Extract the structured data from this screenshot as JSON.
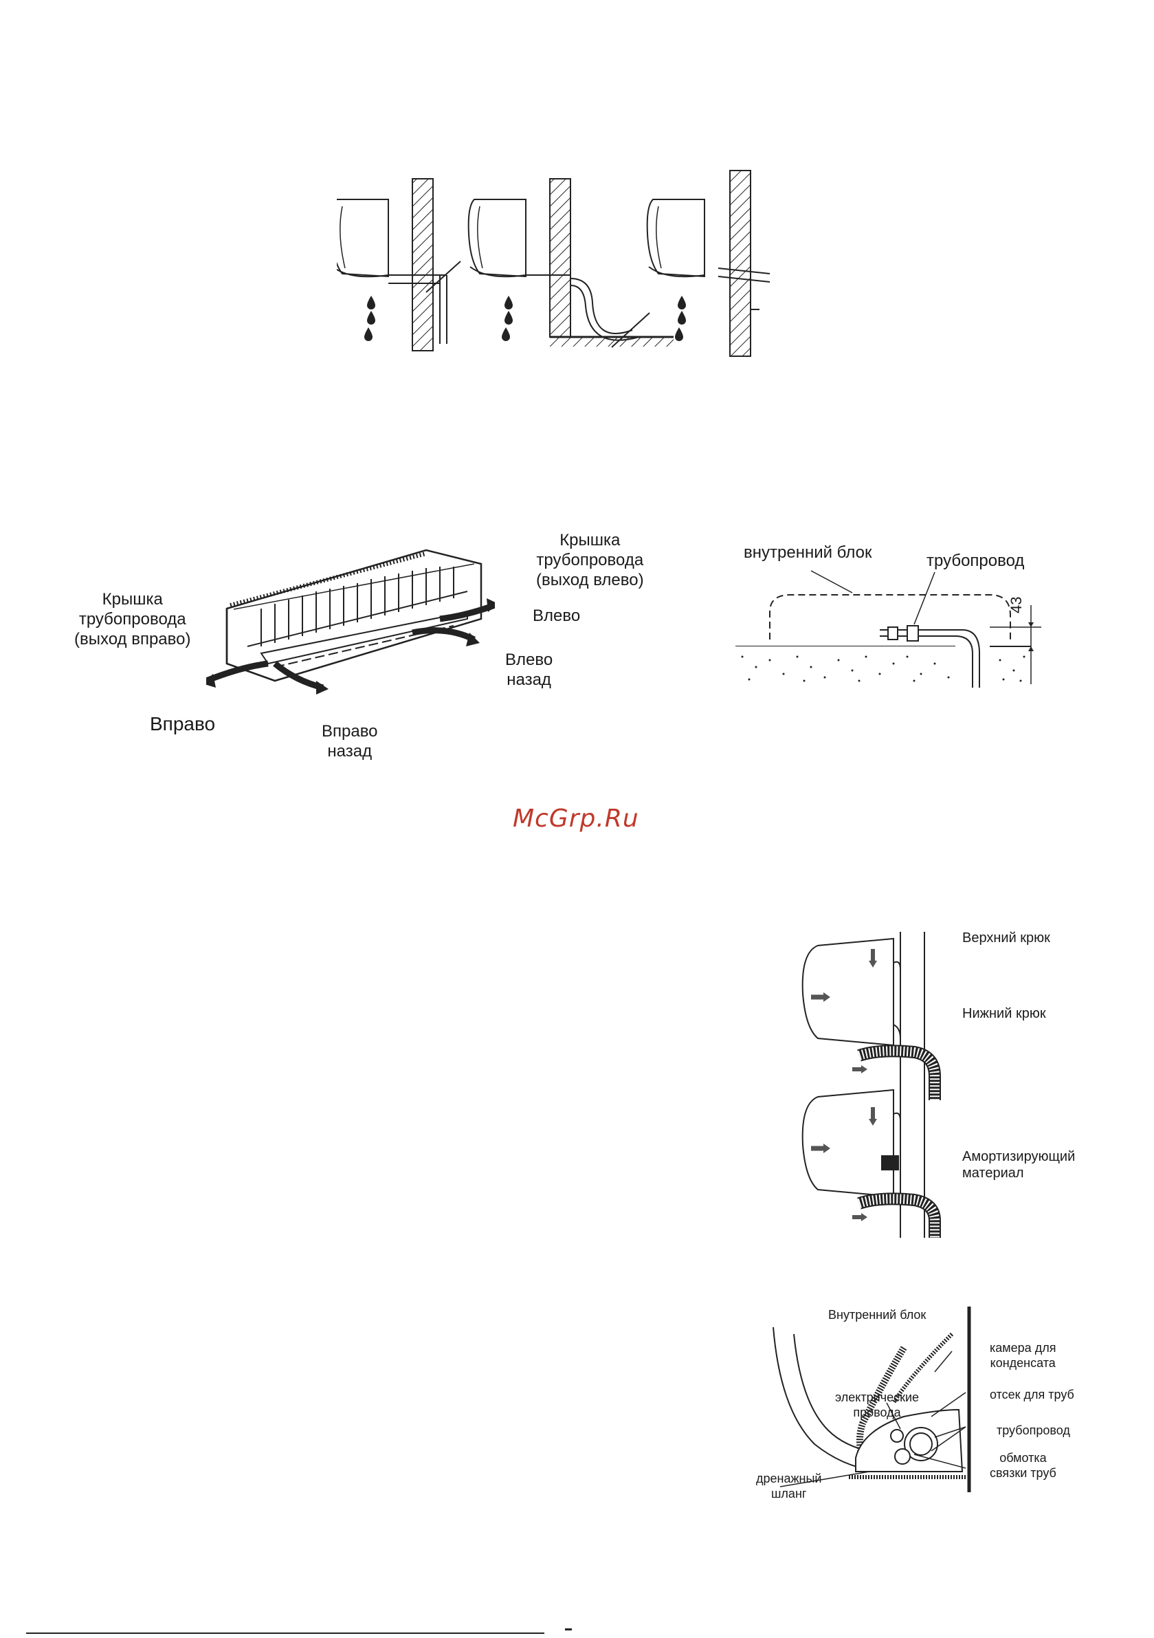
{
  "watermark": "McGrp.Ru",
  "fig_drain": {
    "title": "drain-hose-routing"
  },
  "fig_pipe_directions": {
    "cover_right": [
      "Крышка",
      "трубопровода",
      "(выход вправо)"
    ],
    "cover_left": [
      "Крышка",
      "трубопровода",
      "(выход влево)"
    ],
    "left": "Влево",
    "left_back": [
      "Влево",
      "назад"
    ],
    "right": "Вправо",
    "right_back": [
      "Вправо",
      "назад"
    ]
  },
  "fig_height": {
    "indoor_unit": "внутренний блок",
    "piping": "трубопровод",
    "dimension": "43"
  },
  "fig_hooks": {
    "upper_hook": "Верхний крюк",
    "lower_hook": "Нижний крюк",
    "cushion": [
      "Амортизирующий",
      "материал"
    ]
  },
  "fig_section": {
    "indoor_unit": "Внутренний блок",
    "condensate": [
      "камера для",
      "конденсата"
    ],
    "pipe_compartment": "отсек для труб",
    "piping": "трубопровод",
    "wires": [
      "электрические",
      "провода"
    ],
    "wrap": [
      "обмотка",
      "связки труб"
    ],
    "drain_hose": [
      "дренажный",
      "шланг"
    ]
  }
}
